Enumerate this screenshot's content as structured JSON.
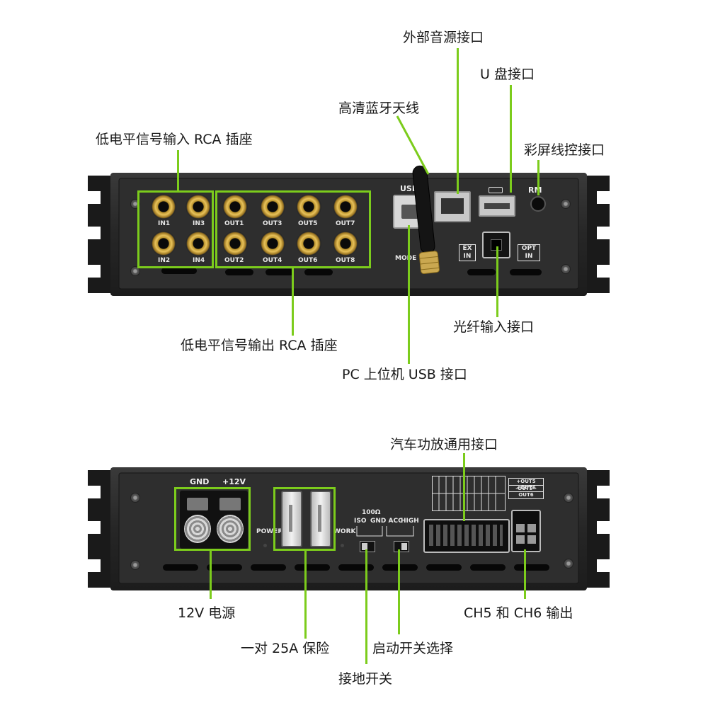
{
  "callouts": {
    "external_audio": "外部音源接口",
    "usb_disk": "U 盘接口",
    "bt_antenna": "高清蓝牙天线",
    "screen_control": "彩屏线控接口",
    "rca_input": "低电平信号输入 RCA 插座",
    "optical_input": "光纤输入接口",
    "rca_output": "低电平信号输出 RCA 插座",
    "pc_usb": "PC 上位机 USB 接口",
    "car_amp_port": "汽车功放通用接口",
    "power_12v": "12V 电源",
    "ch5_ch6": "CH5 和 CH6 输出",
    "fuse_pair": "一对 25A 保险",
    "start_switch": "启动开关选择",
    "ground_switch": "接地开关"
  },
  "top_panel": {
    "inputs": [
      "IN1",
      "IN3",
      "IN2",
      "IN4"
    ],
    "outputs": [
      "OUT1",
      "OUT3",
      "OUT5",
      "OUT7",
      "OUT2",
      "OUT4",
      "OUT6",
      "OUT8"
    ],
    "usb_label": "USB",
    "mode_label": "MODE",
    "ex_in_label": "EX IN",
    "opt_in_label": "OPT IN",
    "rm_label": "RM"
  },
  "bottom_panel": {
    "gnd_label": "GND",
    "plus12_label": "+12V",
    "power_label": "POWER",
    "work_label": "WORK",
    "ohm_label": "100Ω",
    "iso_label": "ISO",
    "gnd_acc_label": "GND ACC",
    "high_label": "HIGH",
    "ch_out_a": "+OUT5 +OUT6",
    "ch_out_b": "-OUT5 -OUT6"
  },
  "colors": {
    "accent": "#7ccc1c",
    "panel": "#2a2a2a",
    "gold": "#e8c25a"
  }
}
